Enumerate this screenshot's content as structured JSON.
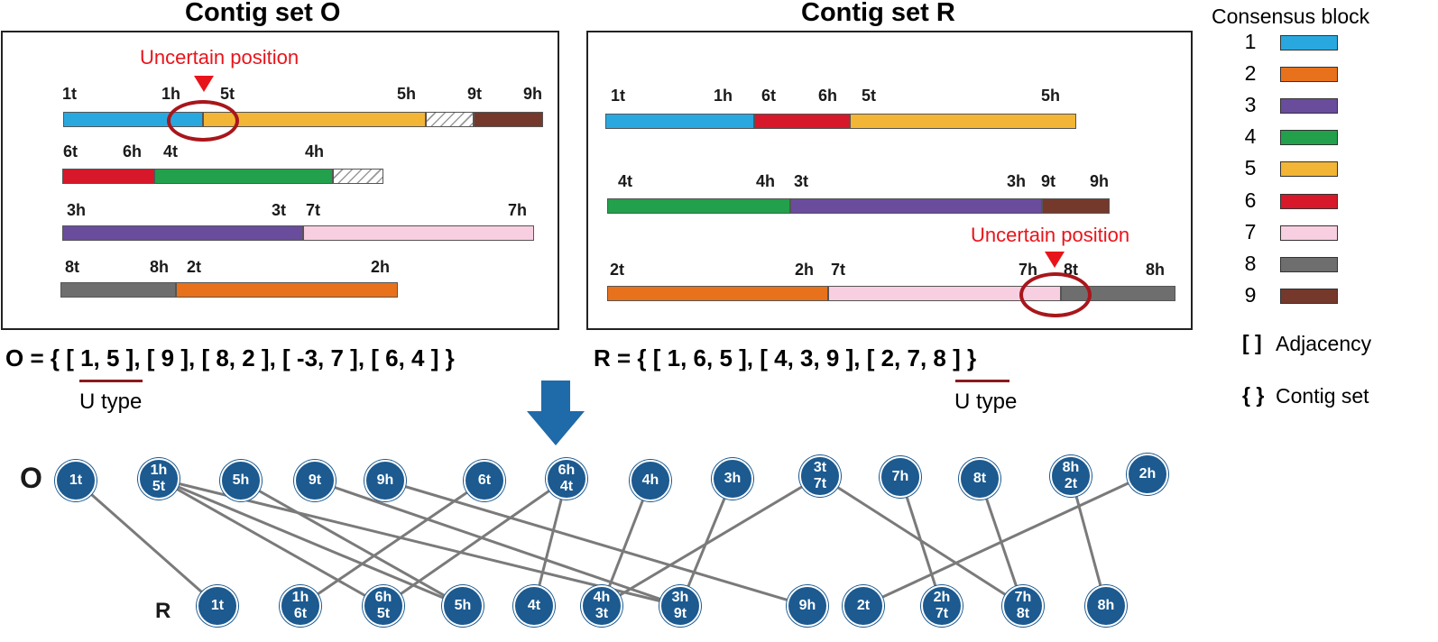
{
  "titles": {
    "left": "Contig set O",
    "right": "Contig set R"
  },
  "uncertain_label": "Uncertain position",
  "colors": {
    "b1": "#29a8e0",
    "b2": "#e8711c",
    "b3": "#6a4c9c",
    "b4": "#22a04b",
    "b5": "#f3b535",
    "b6": "#d7182a",
    "b7": "#f7cfe0",
    "b8": "#6e6e6e",
    "b9": "#74392b",
    "node": "#1c5a90",
    "edge": "#7a7a7a",
    "accent_red": "#e8141b",
    "arrow": "#1f6aa8"
  },
  "contig_o": {
    "row1": {
      "labels": [
        "1t",
        "1h",
        "5t",
        "5h",
        "9t",
        "9h"
      ]
    },
    "row2": {
      "labels": [
        "6t",
        "6h",
        "4t",
        "4h"
      ]
    },
    "row3": {
      "labels": [
        "3h",
        "3t",
        "7t",
        "7h"
      ]
    },
    "row4": {
      "labels": [
        "8t",
        "8h",
        "2t",
        "2h"
      ]
    }
  },
  "contig_r": {
    "row1": {
      "labels": [
        "1t",
        "1h",
        "6t",
        "6h",
        "5t",
        "5h"
      ]
    },
    "row2": {
      "labels": [
        "4t",
        "4h",
        "3t",
        "3h",
        "9t",
        "9h"
      ]
    },
    "row3": {
      "labels": [
        "2t",
        "2h",
        "7t",
        "7h",
        "8t",
        "8h"
      ]
    }
  },
  "formulas": {
    "o": "O = { [ 1, 5 ], [ 9 ], [ 8, 2 ], [ -3, 7 ], [ 6, 4 ] }",
    "r": "R = { [ 1, 6, 5 ], [ 4, 3, 9 ], [ 2, 7, 8 ] }",
    "utype": "U type"
  },
  "legend": {
    "title": "Consensus block",
    "items": [
      "1",
      "2",
      "3",
      "4",
      "5",
      "6",
      "7",
      "8",
      "9"
    ],
    "adjacency_symbol": "[ ]",
    "adjacency_label": "Adjacency",
    "contig_symbol": "{ }",
    "contig_label": "Contig set"
  },
  "graph": {
    "row_o_label": "O",
    "row_r_label": "R",
    "o_nodes": [
      [
        "1t"
      ],
      [
        "1h",
        "5t"
      ],
      [
        "5h"
      ],
      [
        "9t"
      ],
      [
        "9h"
      ],
      [
        "6t"
      ],
      [
        "6h",
        "4t"
      ],
      [
        "4h"
      ],
      [
        "3h"
      ],
      [
        "3t",
        "7t"
      ],
      [
        "7h"
      ],
      [
        "8t"
      ],
      [
        "8h",
        "2t"
      ],
      [
        "2h"
      ]
    ],
    "r_nodes": [
      [
        "1t"
      ],
      [
        "1h",
        "6t"
      ],
      [
        "6h",
        "5t"
      ],
      [
        "5h"
      ],
      [
        "4t"
      ],
      [
        "4h",
        "3t"
      ],
      [
        "3h",
        "9t"
      ],
      [
        "9h"
      ],
      [
        "2t"
      ],
      [
        "2h",
        "7t"
      ],
      [
        "7h",
        "8t"
      ],
      [
        "8h"
      ]
    ],
    "edges": [
      [
        0,
        0
      ],
      [
        1,
        2
      ],
      [
        1,
        6
      ],
      [
        2,
        3
      ],
      [
        3,
        6
      ],
      [
        4,
        7
      ],
      [
        5,
        1
      ],
      [
        6,
        2
      ],
      [
        6,
        4
      ],
      [
        7,
        5
      ],
      [
        8,
        6
      ],
      [
        9,
        5
      ],
      [
        10,
        9
      ],
      [
        11,
        10
      ],
      [
        12,
        11
      ],
      [
        13,
        8
      ],
      [
        1,
        3
      ],
      [
        9,
        10
      ]
    ]
  }
}
